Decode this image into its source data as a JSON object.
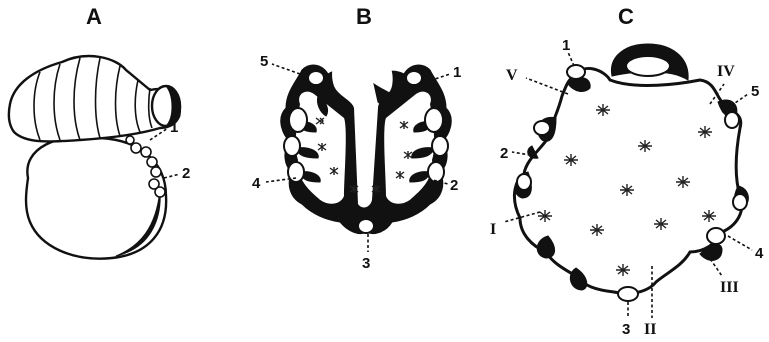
{
  "panels": {
    "A": {
      "title": "A",
      "labels": {
        "l1": "1",
        "l2": "2"
      }
    },
    "B": {
      "title": "B",
      "labels": {
        "l1": "1",
        "l2": "2",
        "l3": "3",
        "l4": "4",
        "l5": "5"
      }
    },
    "C": {
      "title": "C",
      "labels": {
        "l1": "1",
        "l2": "2",
        "l3": "3",
        "l4": "4",
        "l5": "5"
      },
      "roman": {
        "r1": "I",
        "r2": "II",
        "r3": "III",
        "r4": "IV",
        "r5": "V"
      }
    }
  }
}
